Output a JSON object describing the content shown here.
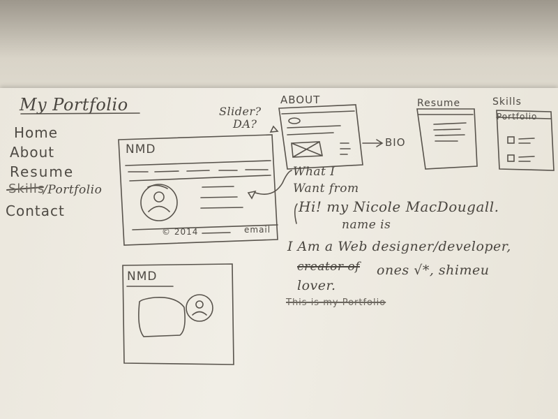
{
  "sketch": {
    "title": "My Portfolio",
    "nav": {
      "home": "Home",
      "about": "About",
      "resume": "Resume",
      "skills": "Skills",
      "portfolio": "/Portfolio",
      "contact": "Contact"
    },
    "main_wireframe": {
      "logo": "NMD",
      "footer_copyright": "© 2014",
      "footer_email": "email"
    },
    "second_wireframe": {
      "logo": "NMD"
    },
    "top_note": {
      "line1": "Slider?",
      "line2": "DA?"
    },
    "pages": {
      "about": "ABOUT",
      "bio": "BIO",
      "resume": "Resume",
      "skills": "Skills",
      "portfolio": "Portfolio"
    },
    "notes": {
      "want_line1": "What I",
      "want_line2": "Want from",
      "intro_line1": "Hi! my Nicole MacDougall.",
      "intro_line2": "name is",
      "intro_line3": "I Am a Web designer/developer,",
      "intro_line4_strike": "creator of",
      "intro_line4_rest": "ones √*, shimeu",
      "intro_line5": "lover.",
      "intro_strike": "This is my Portfolio"
    }
  }
}
